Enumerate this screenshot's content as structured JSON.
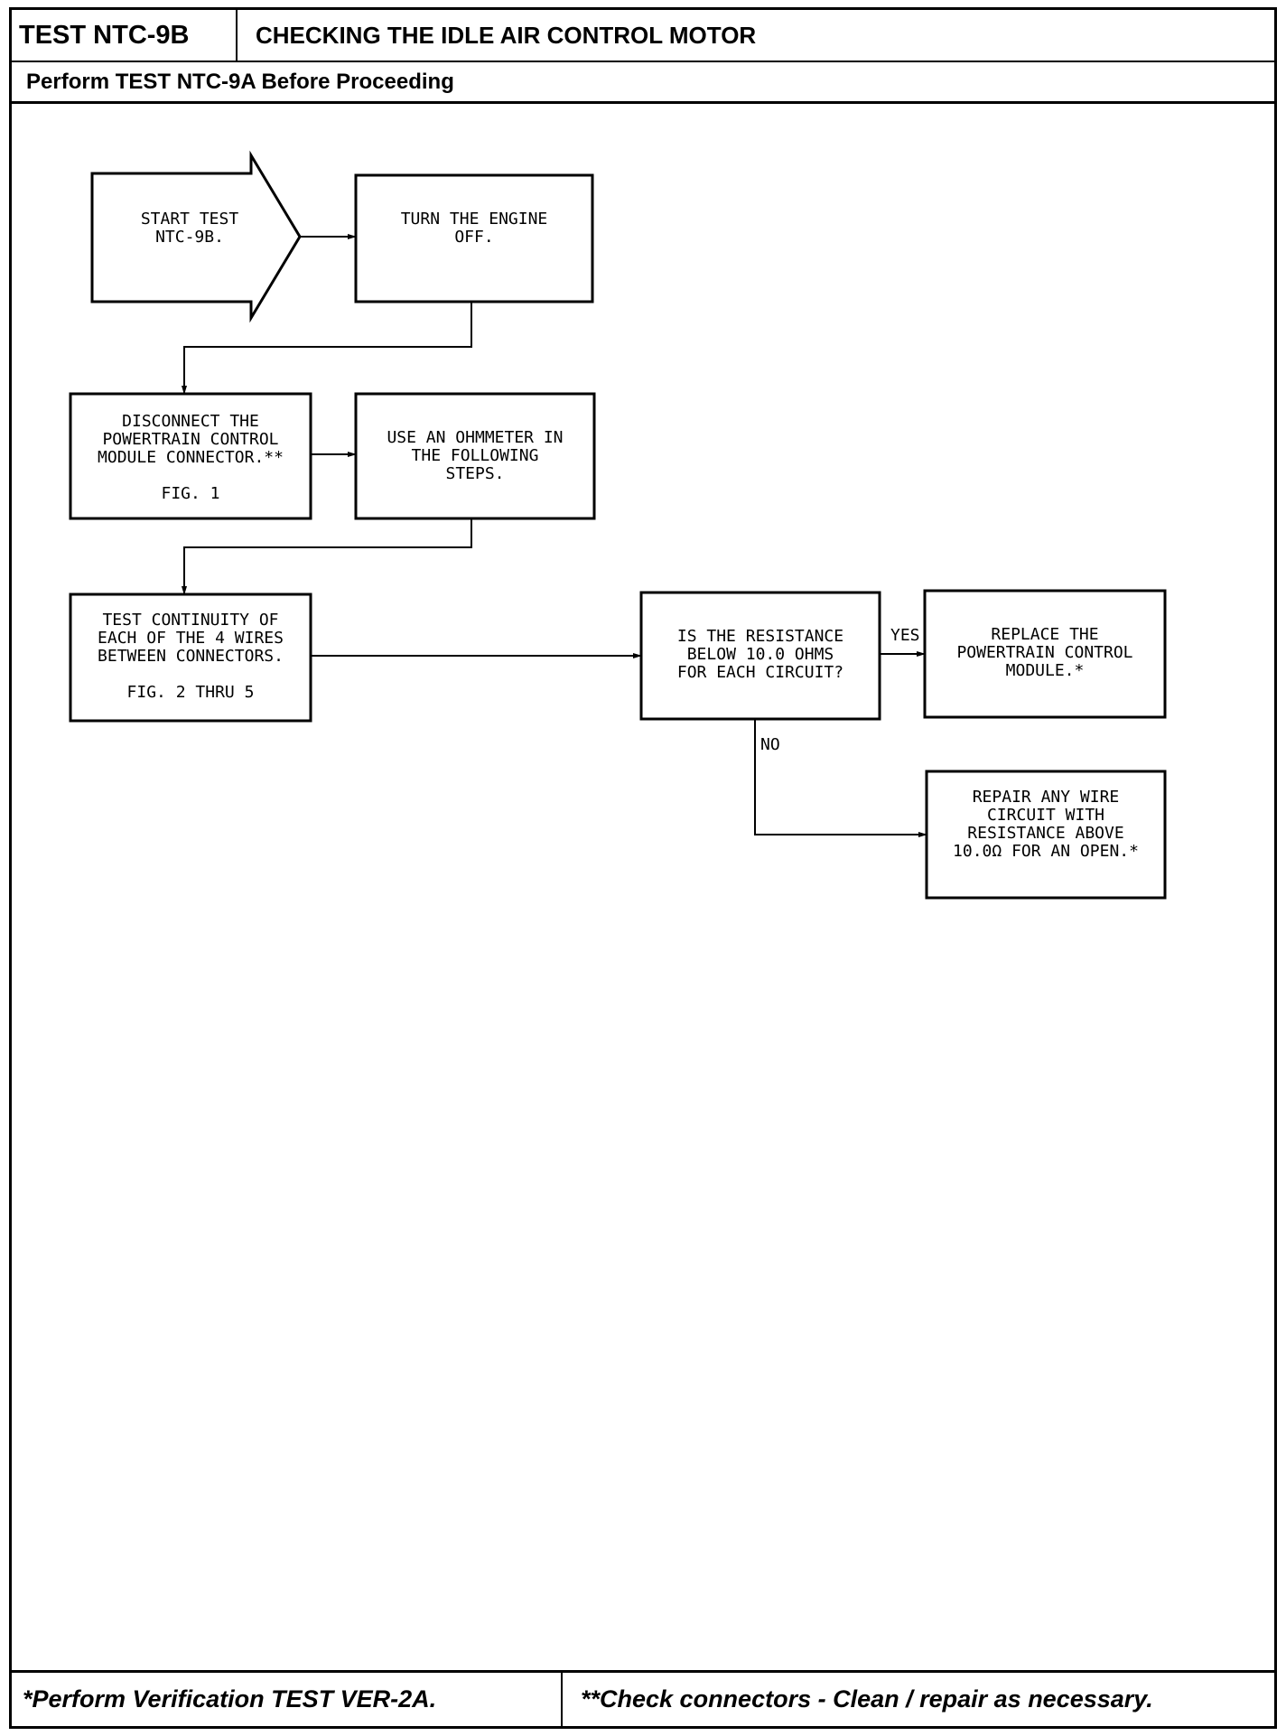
{
  "header": {
    "test_id": "TEST NTC-9B",
    "title": "CHECKING THE IDLE AIR CONTROL MOTOR",
    "prerequisite": "Perform TEST NTC-9A Before Proceeding"
  },
  "flow": {
    "start": [
      "START TEST",
      "NTC-9B."
    ],
    "engine_off": [
      "TURN THE ENGINE",
      "OFF."
    ],
    "disconnect": [
      "DISCONNECT THE",
      "POWERTRAIN CONTROL",
      "MODULE CONNECTOR.**",
      "",
      "FIG. 1"
    ],
    "ohmmeter": [
      "USE AN OHMMETER IN",
      "THE FOLLOWING",
      "STEPS."
    ],
    "continuity": [
      "TEST CONTINUITY OF",
      "EACH OF THE 4 WIRES",
      "BETWEEN CONNECTORS.",
      "",
      "FIG. 2 THRU 5"
    ],
    "question": [
      "IS THE RESISTANCE",
      "BELOW 10.0 OHMS",
      "FOR EACH CIRCUIT?"
    ],
    "replace": [
      "REPLACE THE",
      "POWERTRAIN CONTROL",
      "MODULE.*"
    ],
    "repair": [
      "REPAIR ANY WIRE",
      "CIRCUIT WITH",
      "RESISTANCE ABOVE",
      "10.0Ω FOR AN OPEN.*"
    ],
    "yes_label": "YES",
    "no_label": "NO"
  },
  "footer": {
    "left": "*Perform Verification TEST VER-2A.",
    "right": "**Check connectors - Clean / repair as necessary."
  }
}
